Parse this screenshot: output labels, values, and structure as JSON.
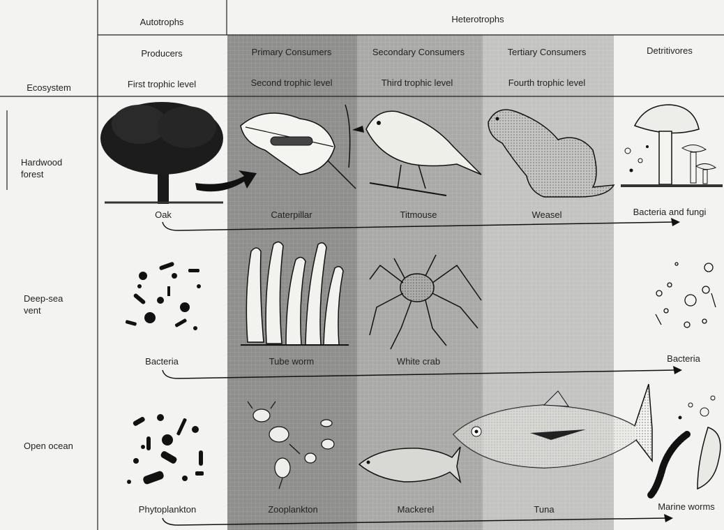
{
  "header": {
    "autotrophs": "Autotrophs",
    "heterotrophs": "Heterotrophs",
    "ecosystem": "Ecosystem",
    "columns": [
      {
        "role": "Producers",
        "level": "First trophic level"
      },
      {
        "role": "Primary Consumers",
        "level": "Second trophic level"
      },
      {
        "role": "Secondary Consumers",
        "level": "Third trophic level"
      },
      {
        "role": "Tertiary Consumers",
        "level": "Fourth trophic level"
      },
      {
        "role": "Detritivores",
        "level": ""
      }
    ]
  },
  "rows": [
    {
      "ecosystem": "Hardwood forest",
      "organisms": [
        "Oak",
        "Caterpillar",
        "Titmouse",
        "Weasel",
        "Bacteria and fungi"
      ]
    },
    {
      "ecosystem": "Deep-sea vent",
      "organisms": [
        "Bacteria",
        "Tube worm",
        "White crab",
        "",
        "Bacteria"
      ]
    },
    {
      "ecosystem": "Open ocean",
      "organisms": [
        "Phytoplankton",
        "Zooplankton",
        "Mackerel",
        "Tuna",
        "Marine worms"
      ]
    }
  ],
  "colors": {
    "background": "#f3f3f1",
    "primary_band": "#8e8e8c",
    "secondary_band": "#a9a9a7",
    "tertiary_band": "#c3c3c1",
    "ink": "#1a1a1a"
  }
}
